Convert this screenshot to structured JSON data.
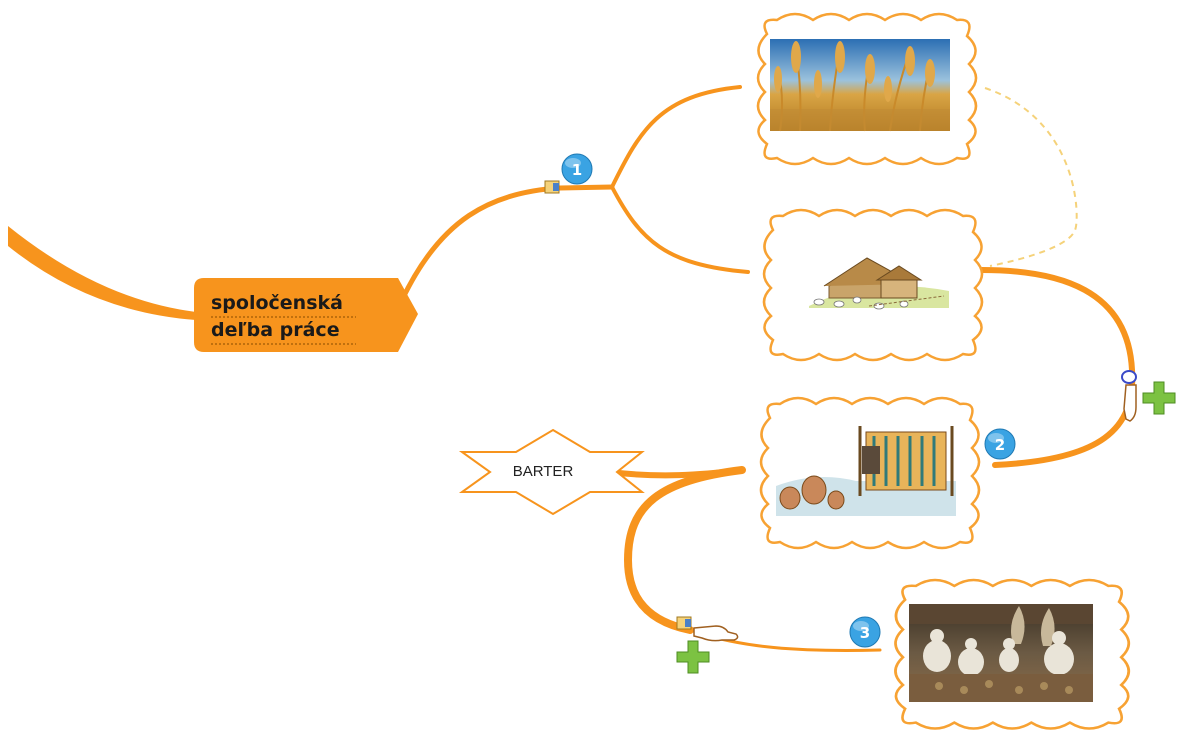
{
  "central_topic": {
    "line1": "spoločenská",
    "line2": "deľba práce"
  },
  "callout": {
    "label": "BARTER"
  },
  "markers": [
    {
      "number": "1"
    },
    {
      "number": "2"
    },
    {
      "number": "3"
    }
  ],
  "image_nodes": [
    {
      "name": "wheat-field-image",
      "subject": "wheat ears in a field"
    },
    {
      "name": "farm-village-image",
      "subject": "village houses with grazing sheep"
    },
    {
      "name": "weaving-loom-image",
      "subject": "weaving loom with clay pots"
    },
    {
      "name": "market-traders-image",
      "subject": "traders seated at a market"
    }
  ],
  "colors": {
    "branch": "#f7941d",
    "topic_fill": "#f7941d",
    "cloud_border": "#f7a233",
    "marker_blue": "#3aa3e3",
    "plus_green": "#7cc242",
    "relation_dash": "#f5d27a"
  },
  "icons": [
    "note-icon",
    "hand-pointer-icon",
    "plus-icon",
    "relation-handle-icon"
  ]
}
